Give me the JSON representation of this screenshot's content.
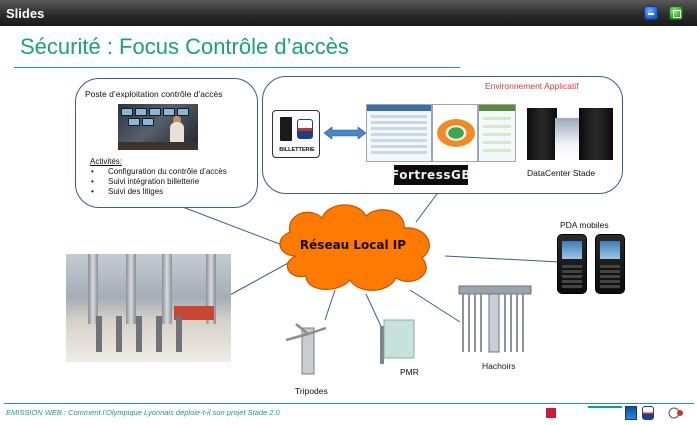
{
  "window": {
    "title": "Slides",
    "minimize_icon": "minimize-icon",
    "maximize_icon": "maximize-icon"
  },
  "slide": {
    "title": "Sécurité : Focus Contrôle d’accès",
    "poste": {
      "title": "Poste d’exploitation contrôle d’accès",
      "activities_heading": "Activités:",
      "activities": [
        "Configuration du contrôle d’accès",
        "Suivi intégration billetterie",
        "Suivi des litiges"
      ]
    },
    "environment": {
      "title": "Environnement Applicatif",
      "billetterie_label": "BILLETTERIE",
      "fortress_logo": "FortressGB",
      "datacenter_label": "DataCenter Stade"
    },
    "network": {
      "cloud_label": "Réseau Local IP"
    },
    "devices": {
      "pda_label": "PDA mobiles",
      "tripodes_label": "Tripodes",
      "pmr_label": "PMR",
      "hachoirs_label": "Hachoirs"
    },
    "footer": {
      "text": "EMISSION WEB : Comment l’Olympique Lyonnais déploie-t-il son projet Stade 2.0"
    }
  },
  "colors": {
    "accent": "#1ba07a",
    "box_border": "#3a5c8c",
    "env_title": "#d23a3a",
    "cloud": "#ff7a00"
  }
}
